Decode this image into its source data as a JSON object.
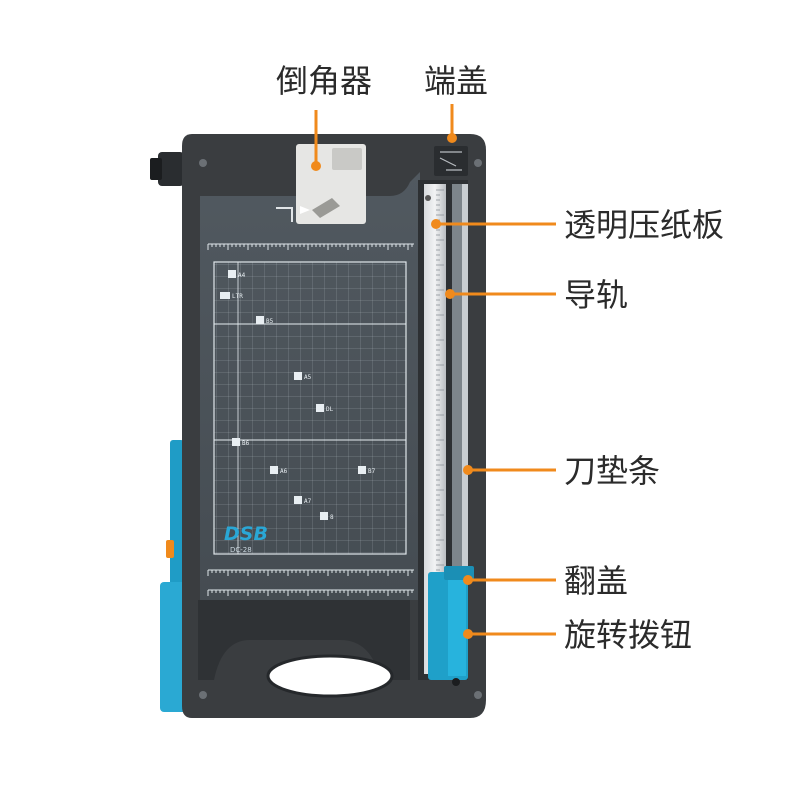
{
  "product": {
    "brand": "DSB",
    "model": "DC-28"
  },
  "callouts": [
    {
      "id": "chamfer",
      "label": "倒角器"
    },
    {
      "id": "endcap",
      "label": "端盖"
    },
    {
      "id": "clamp",
      "label": "透明压纸板"
    },
    {
      "id": "rail",
      "label": "导轨"
    },
    {
      "id": "blade-pad",
      "label": "刀垫条"
    },
    {
      "id": "flip-cover",
      "label": "翻盖"
    },
    {
      "id": "rotary-knob",
      "label": "旋转拨钮"
    }
  ],
  "paper_sizes": [
    "A4",
    "LTR",
    "B5",
    "A5",
    "DL",
    "B6",
    "A6",
    "B7",
    "A7",
    "8"
  ],
  "colors": {
    "accent": "#f08a1c",
    "base": "#3a3d40",
    "board": "#4b5257",
    "blue": "#1fa0c9",
    "callout_text": "#2b2b2b"
  }
}
